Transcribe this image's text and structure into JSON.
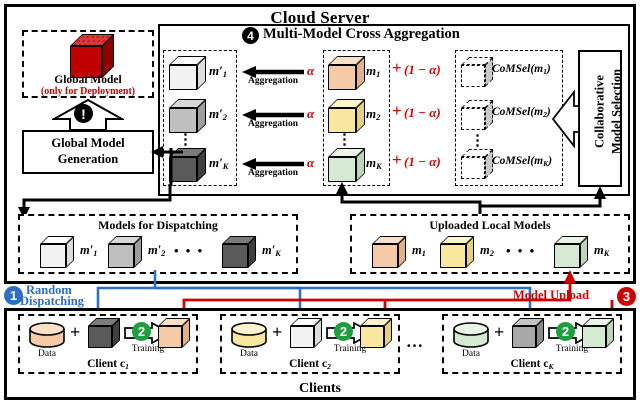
{
  "diagram": {
    "title": "Cloud Server",
    "clients_label": "Clients",
    "section4": {
      "number": "4",
      "title": "Multi-Model Cross Aggregation"
    },
    "global_model": {
      "name": "Global Model",
      "note": "(only for Deployment)",
      "generation": "Global Model\nGeneration",
      "generation_line1": "Global Model",
      "generation_line2": "Generation",
      "exclamation": "!",
      "color": "#c00000"
    },
    "aggregation_rows": [
      {
        "out_model": "m",
        "out_sub": "1",
        "out_prime": "′",
        "in_model": "m",
        "in_sub": "1",
        "alpha": "α",
        "plus": "+",
        "coef": "(1 − α)",
        "comsel": "CoMSel(m",
        "comsel_sub": "1",
        "comsel_close": ")",
        "arrow_label": "Aggregation",
        "out_color": "#f2f2f2",
        "in_color": "#f5cba7"
      },
      {
        "out_model": "m",
        "out_sub": "2",
        "out_prime": "′",
        "in_model": "m",
        "in_sub": "2",
        "alpha": "α",
        "plus": "+",
        "coef": "(1 − α)",
        "comsel": "CoMSel(m",
        "comsel_sub": "2",
        "comsel_close": ")",
        "arrow_label": "Aggregation",
        "out_color": "#bfbfbf",
        "in_color": "#f9e79f"
      },
      {
        "out_model": "m",
        "out_sub": "K",
        "out_prime": "′",
        "in_model": "m",
        "in_sub": "K",
        "alpha": "α",
        "plus": "+",
        "coef": "(1 − α)",
        "comsel": "CoMSel(m",
        "comsel_sub": "K",
        "comsel_close": ")",
        "arrow_label": "Aggregation",
        "out_color": "#5a5a5a",
        "in_color": "#d6e9d2"
      }
    ],
    "vertical_dots": "⋮",
    "comsel_panel": {
      "selector_label_line1": "Collaborative",
      "selector_label_line2": "Model Selection"
    },
    "dispatch_box": {
      "title": "Models for Dispatching",
      "models": [
        {
          "label": "m",
          "sub": "1",
          "prime": "′",
          "color": "#f2f2f2"
        },
        {
          "label": "m",
          "sub": "2",
          "prime": "′",
          "color": "#bfbfbf"
        },
        {
          "label": "m",
          "sub": "K",
          "prime": "′",
          "color": "#5a5a5a"
        }
      ],
      "ellipsis": "• • •"
    },
    "upload_box": {
      "title": "Uploaded Local Models",
      "models": [
        {
          "label": "m",
          "sub": "1",
          "prime": "",
          "color": "#f5cba7"
        },
        {
          "label": "m",
          "sub": "2",
          "prime": "",
          "color": "#f9e79f"
        },
        {
          "label": "m",
          "sub": "K",
          "prime": "",
          "color": "#d6e9d2"
        }
      ],
      "ellipsis": "• • •"
    },
    "flows": {
      "dispatch_number": "1",
      "dispatch_label_line1": "Random",
      "dispatch_label_line2": "Dispatching",
      "dispatch_color": "#2e6fc4",
      "upload_number": "3",
      "upload_label": "Model Upload",
      "upload_color": "#cc0000",
      "training_number": "2",
      "training_color": "#1e9e3e"
    },
    "clients": [
      {
        "name": "Client c",
        "name_sub": "1",
        "data_label": "Data",
        "data_color": "#f5cba7",
        "plus": "+",
        "in_color": "#5a5a5a",
        "out_color": "#f5cba7",
        "training_label": "Training",
        "step": "2"
      },
      {
        "name": "Client c",
        "name_sub": "2",
        "data_label": "Data",
        "data_color": "#f9e79f",
        "plus": "+",
        "in_color": "#f2f2f2",
        "out_color": "#f9e79f",
        "training_label": "Training",
        "step": "2"
      },
      {
        "name": "Client c",
        "name_sub": "K",
        "data_label": "Data",
        "data_color": "#d6e9d2",
        "plus": "+",
        "in_color": "#a8a8a8",
        "out_color": "#d6e9d2",
        "training_label": "Training",
        "step": "2"
      }
    ],
    "clients_ellipsis": "…"
  }
}
